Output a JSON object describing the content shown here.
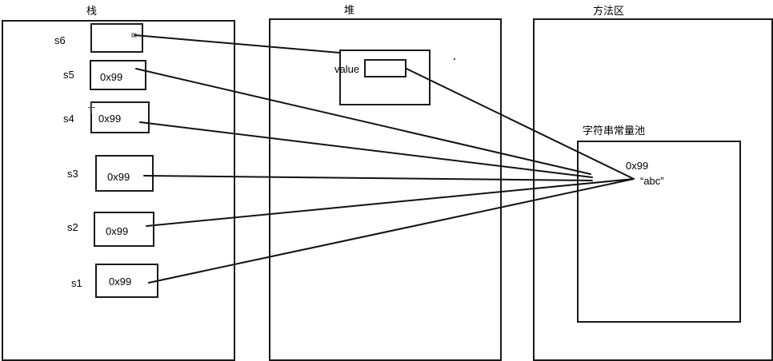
{
  "regions": {
    "stack_title": "栈",
    "heap_title": "堆",
    "method_area_title": "方法区",
    "string_pool_title": "字符串常量池"
  },
  "stack_vars": [
    {
      "name": "s6",
      "value": ""
    },
    {
      "name": "s5",
      "value": "0x99"
    },
    {
      "name": "s4",
      "value": "0x99"
    },
    {
      "name": "s3",
      "value": "0x99"
    },
    {
      "name": "s2",
      "value": "0x99"
    },
    {
      "name": "s1",
      "value": "0x99"
    }
  ],
  "heap_object": {
    "field_label": "value"
  },
  "string_pool": {
    "address": "0x99",
    "literal": "“abc”"
  }
}
